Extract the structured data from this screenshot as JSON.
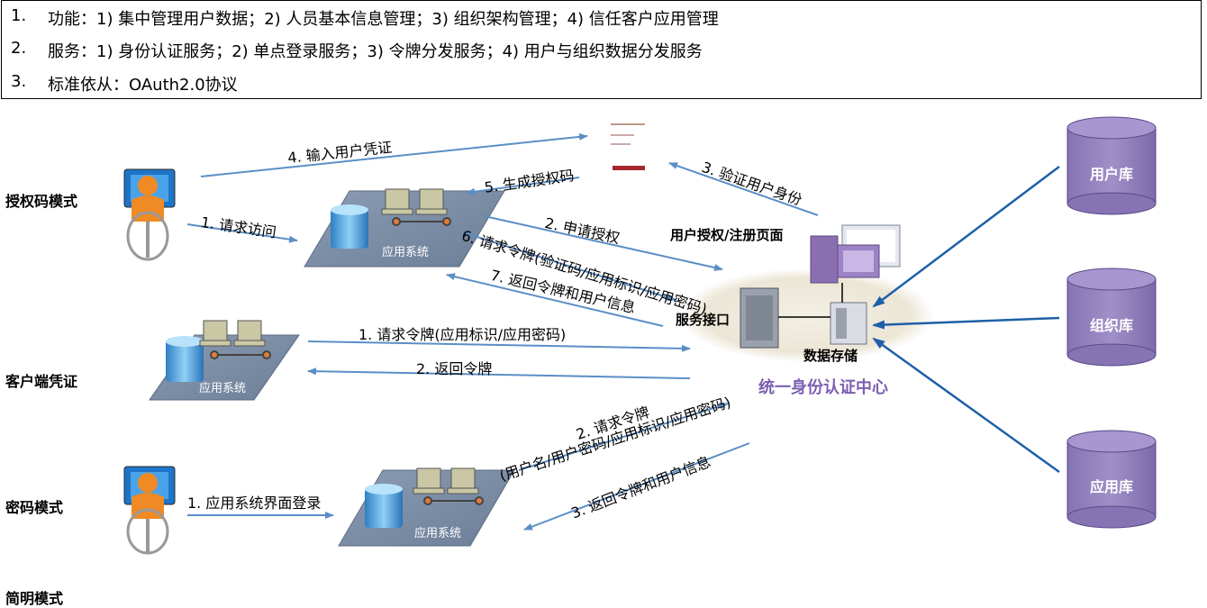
{
  "info": {
    "lines": [
      {
        "num": "1.",
        "text": "功能：1) 集中管理用户数据；2) 人员基本信息管理；3) 组织架构管理；4) 信任客户应用管理"
      },
      {
        "num": "2.",
        "text": "服务：1) 身份认证服务；2) 单点登录服务；3) 令牌分发服务；4) 用户与组织数据分发服务"
      },
      {
        "num": "3.",
        "text": "标准依从：OAuth2.0协议"
      }
    ]
  },
  "modes": {
    "auth_code": "授权码模式",
    "client_cred": "客户端凭证",
    "password": "密码模式",
    "implicit": "简明模式"
  },
  "app_system_label": "应用系统",
  "center": {
    "title": "统一身份认证中心",
    "auth_page": "用户授权/注册页面",
    "service_api": "服务接口",
    "data_store": "数据存储"
  },
  "databases": {
    "user": "用户库",
    "org": "组织库",
    "app": "应用库"
  },
  "arrows": {
    "auth_code": {
      "request_access": "1. 请求访问",
      "apply_auth": "2. 申请授权",
      "verify_identity": "3. 验证用户身份",
      "input_credential": "4. 输入用户凭证",
      "gen_code": "5. 生成授权码",
      "request_token": "6. 请求令牌(验证码/应用标识/应用密码)",
      "return_token": "7. 返回令牌和用户信息"
    },
    "client": {
      "request_token": "1. 请求令牌(应用标识/应用密码)",
      "return_token": "2. 返回令牌"
    },
    "password": {
      "login": "1. 应用系统界面登录",
      "request_token": "2. 请求令牌",
      "request_token_params": "(用户名/用户密码/应用标识/应用密码)",
      "return_token": "3. 返回令牌和用户信息"
    }
  },
  "colors": {
    "arrow": "#5b8ec6",
    "db_arrow": "#1f5fa8",
    "cylinder": "#8f7db8",
    "center_title": "#7b5fb0"
  }
}
